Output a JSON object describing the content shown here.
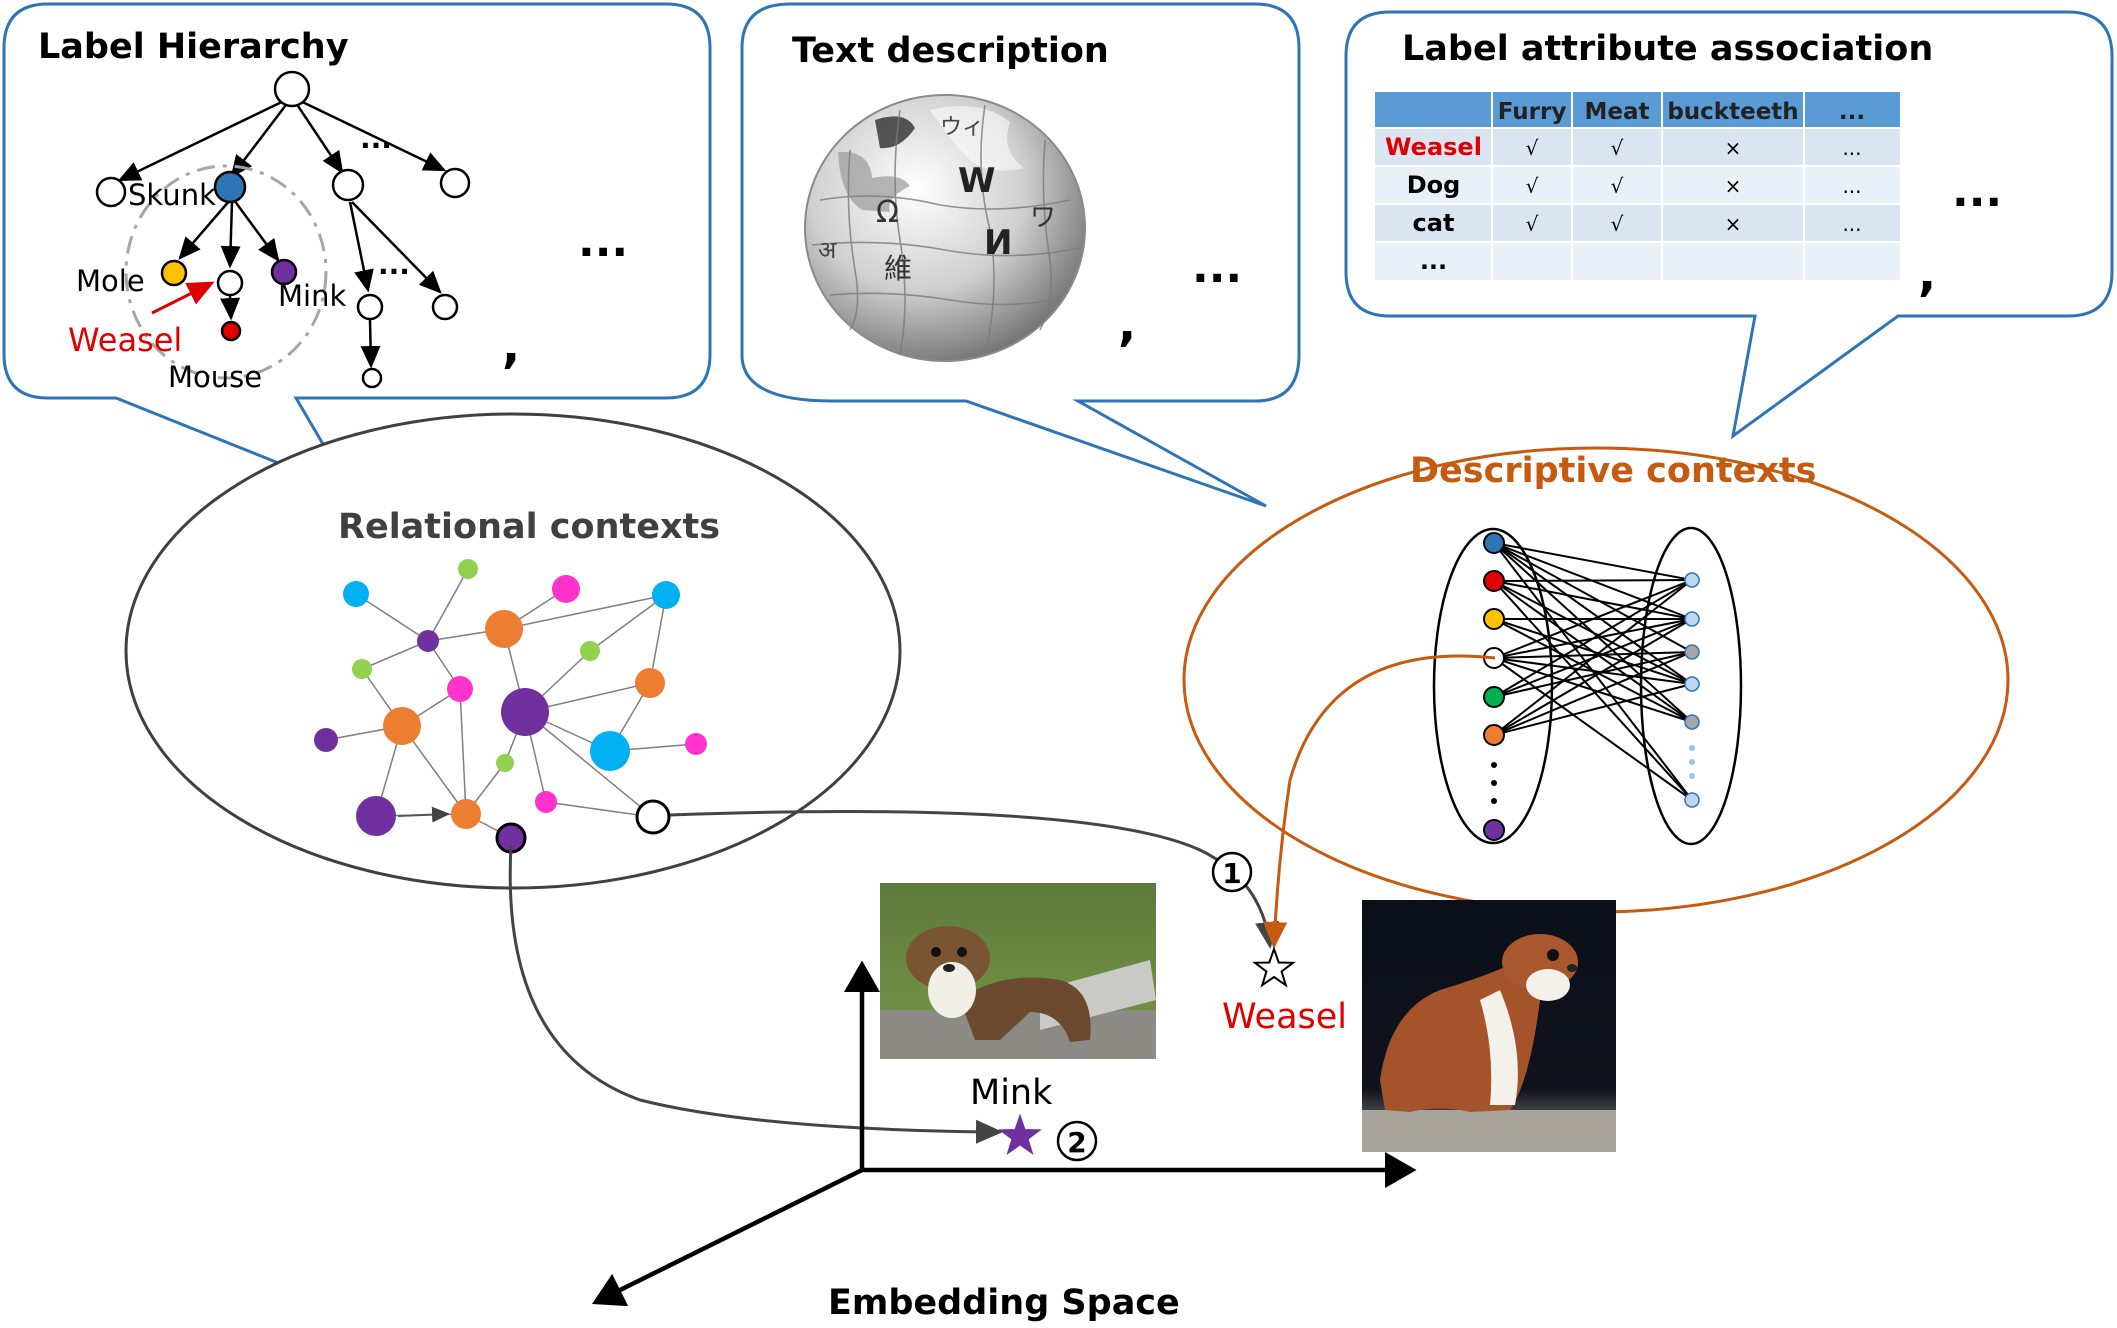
{
  "hierarchy": {
    "title": "Label Hierarchy",
    "labels": {
      "skunk": "Skunk",
      "mole": "Mole",
      "mink": "Mink",
      "weasel": "Weasel",
      "mouse": "Mouse"
    },
    "dots_small": "...",
    "ellipsis": "...",
    "comma": ","
  },
  "text_description": {
    "title": "Text description",
    "globe_glyphs": [
      "W",
      "Ω",
      "И",
      "ウィ",
      "維",
      "अ",
      "ワ"
    ],
    "ellipsis": "...",
    "comma": ","
  },
  "attributes": {
    "title": "Label attribute association",
    "headers": [
      "",
      "Furry",
      "Meat",
      "buckteeth",
      "..."
    ],
    "rows": [
      [
        "Weasel",
        "√",
        "√",
        "×",
        "..."
      ],
      [
        "Dog",
        "√",
        "√",
        "×",
        "..."
      ],
      [
        "cat",
        "√",
        "√",
        "×",
        "..."
      ],
      [
        "...",
        "",
        "",
        "",
        ""
      ]
    ],
    "ellipsis": "...",
    "comma": ","
  },
  "relational": {
    "title": "Relational contexts"
  },
  "descriptive": {
    "title": "Descriptive contexts"
  },
  "embedding": {
    "title": "Embedding Space",
    "mink_label": "Mink",
    "weasel_label": "Weasel",
    "marker_1": "1",
    "marker_2": "2"
  },
  "colors": {
    "blue_border": "#2e75b6",
    "orange_border": "#c55a11",
    "red": "#e00000",
    "purple": "#7030a0",
    "descriptive_title": "#c55a11"
  }
}
